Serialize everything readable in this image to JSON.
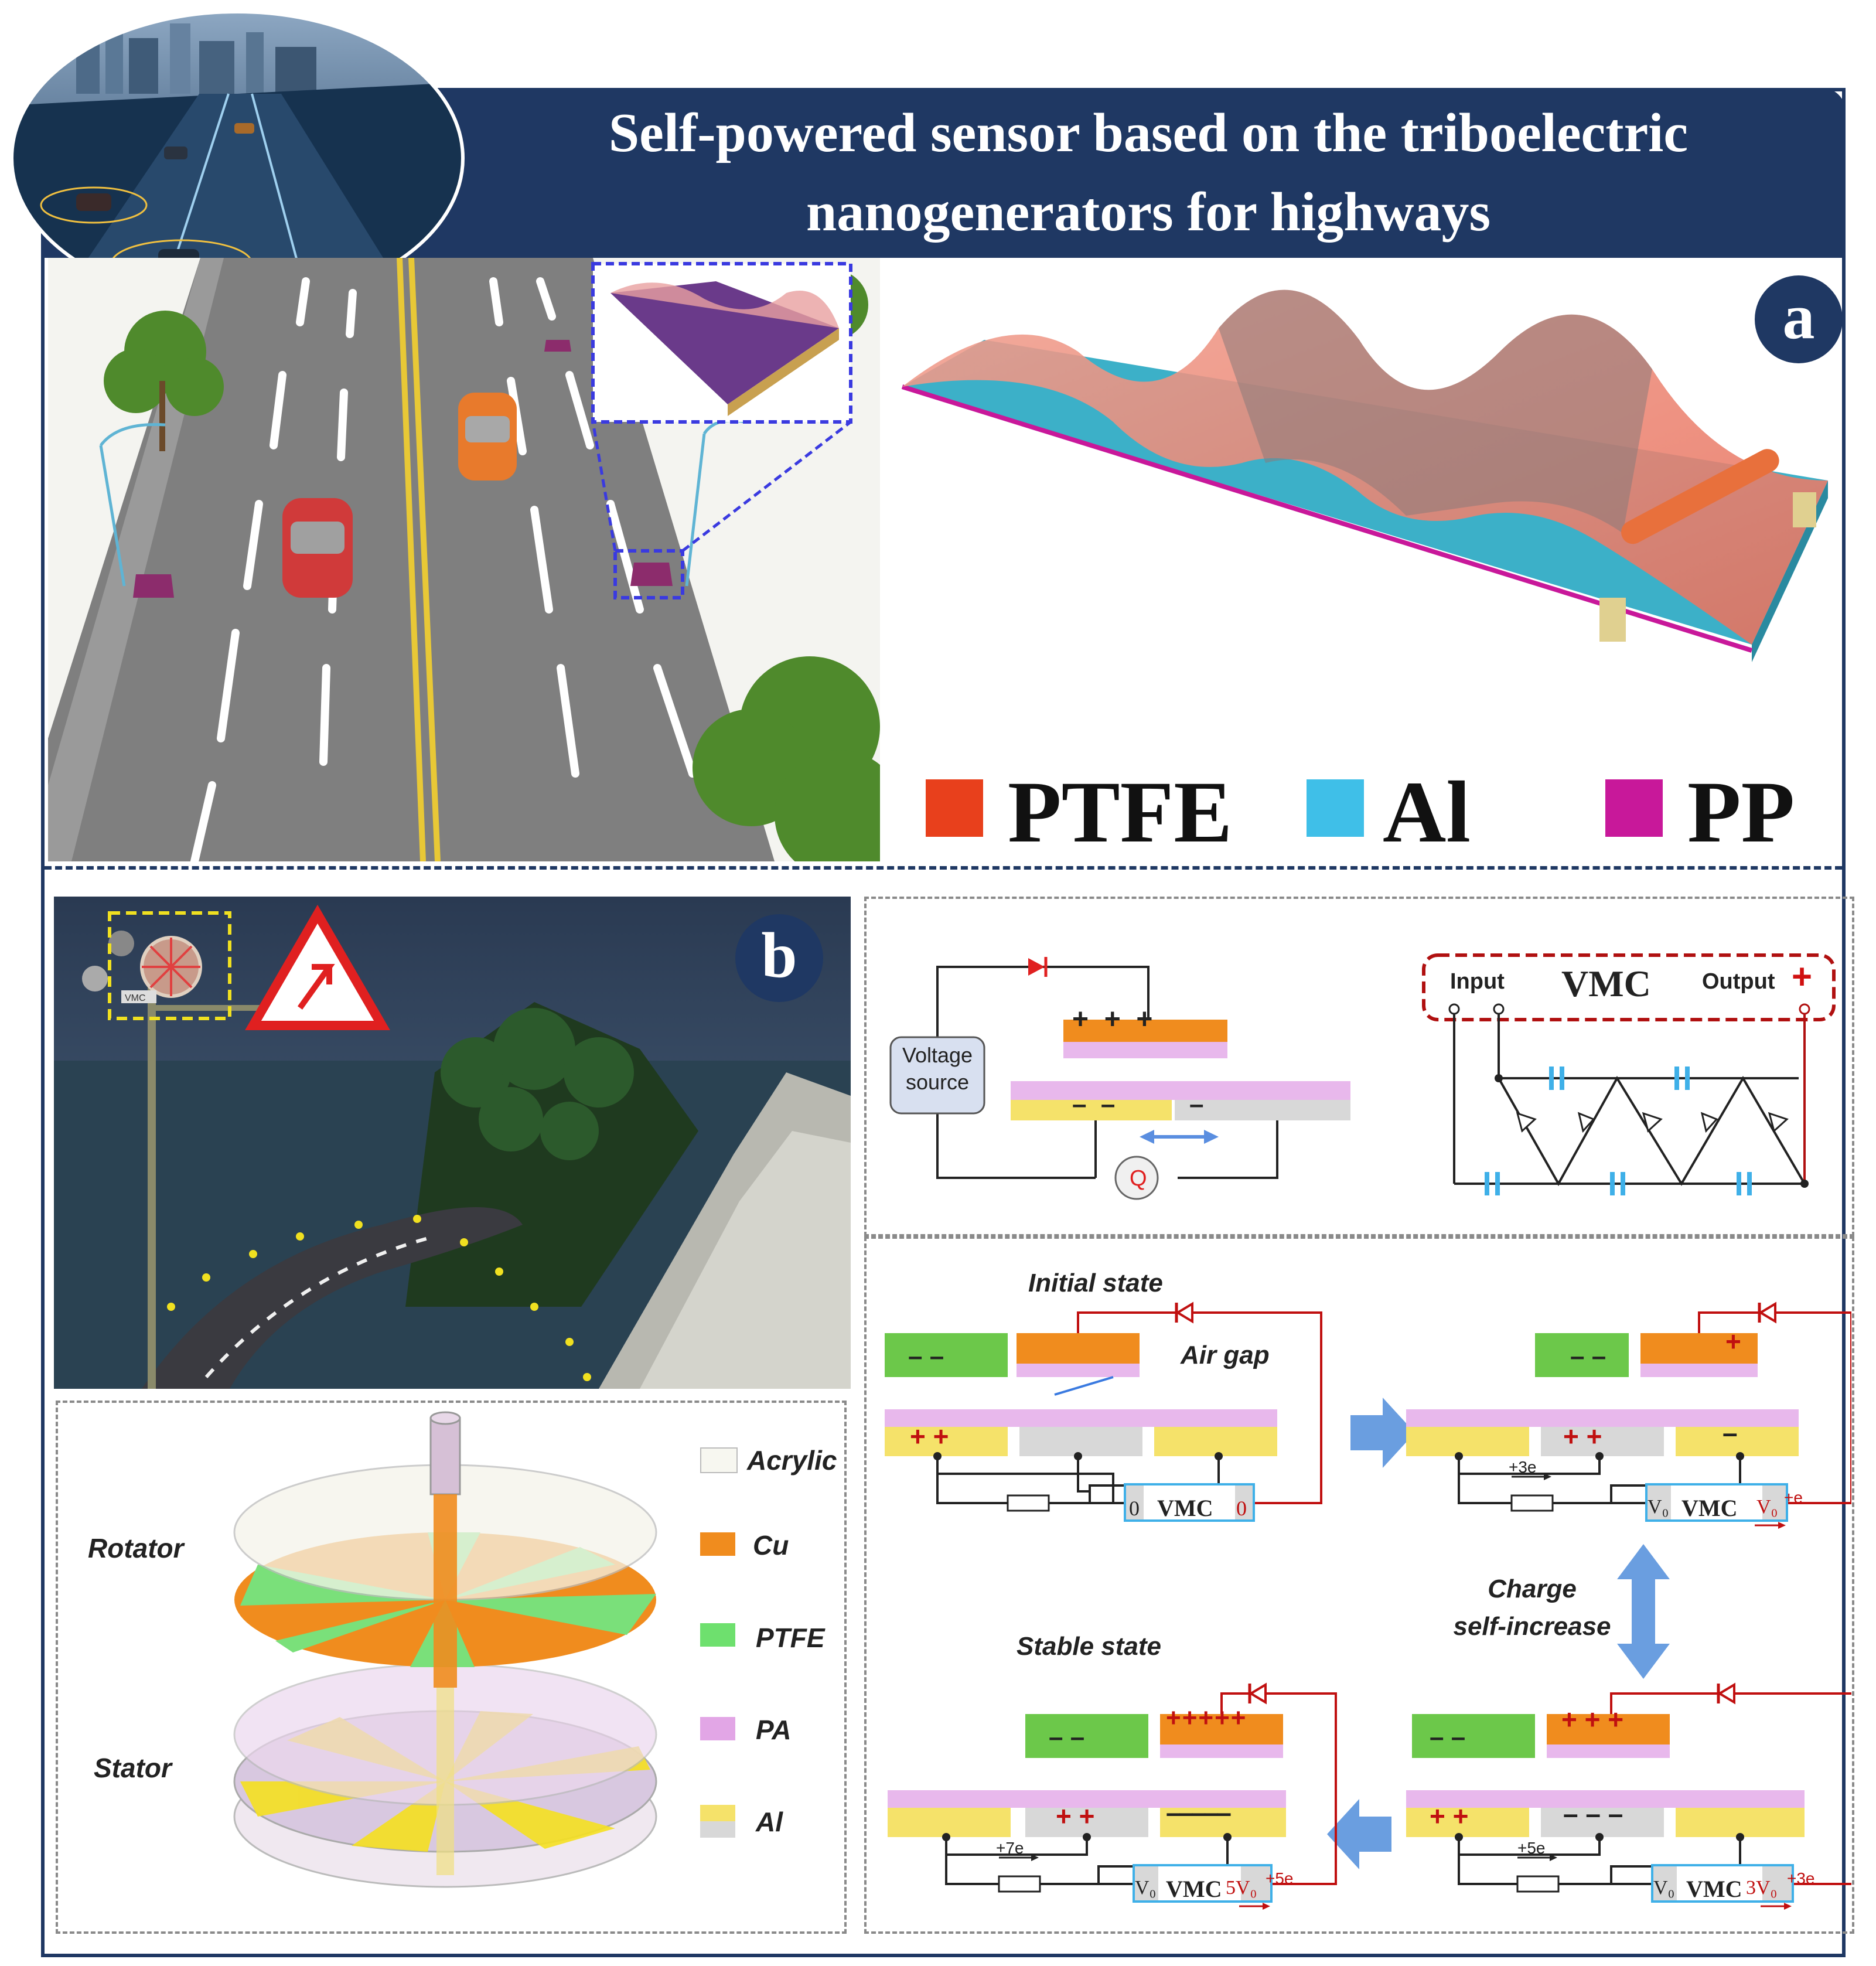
{
  "header": {
    "title_line1": "Self-powered sensor based on the triboelectric",
    "title_line2": "nanogenerators for highways"
  },
  "panel_a": {
    "badge": "a",
    "legend": [
      {
        "label": "PTFE",
        "color": "#e8401c"
      },
      {
        "label": "Al",
        "color": "#3fbfe8"
      },
      {
        "label": "PP",
        "color": "#c8189a"
      }
    ]
  },
  "panel_b": {
    "badge": "b",
    "disk": {
      "rotator_label": "Rotator",
      "stator_label": "Stator",
      "vmc_tag": "VMC",
      "legend": [
        {
          "label": "Acrylic",
          "color": "#f7f7f0"
        },
        {
          "label": "Cu",
          "color": "#f08c1e"
        },
        {
          "label": "PTFE",
          "color": "#6ee06e"
        },
        {
          "label": "PA",
          "color": "#e2a6e6"
        },
        {
          "label": "Al",
          "color": "#f5e26a"
        }
      ]
    },
    "circuit_top": {
      "voltage_source": [
        "Voltage",
        "source"
      ],
      "plus_signs": "+  +  +",
      "minus_left": "–  –",
      "minus_right": "–",
      "q_label": "Q"
    },
    "vmc_circuit": {
      "input": "Input",
      "title": "VMC",
      "output": "Output",
      "plus": "+"
    },
    "states": {
      "initial_state": "Initial state",
      "air_gap": "Air gap",
      "charge_line1": "Charge",
      "charge_line2": "self-increase",
      "stable_state": "Stable state",
      "vmc": "VMC",
      "s1": {
        "left": "0",
        "right": "0",
        "plus": "+ +",
        "minus": "– –"
      },
      "s2": {
        "left": "V₀",
        "right": "V₀",
        "top": "+",
        "mid": "+ +",
        "right_minus": "–",
        "minus": "– –",
        "current": "+3e",
        "out": "+e"
      },
      "s3": {
        "left": "V₀",
        "right": "3V₀",
        "top": "+ + +",
        "left_plus": "+ +",
        "mid": "– – –",
        "minus": "– –",
        "current": "+5e",
        "out": "+3e"
      },
      "s4": {
        "left": "V₀",
        "right": "5V₀",
        "top": "+++++",
        "mid": "+ +",
        "right_minus": "–––––",
        "minus": "– –",
        "current": "+7e",
        "out": "+5e"
      }
    }
  }
}
